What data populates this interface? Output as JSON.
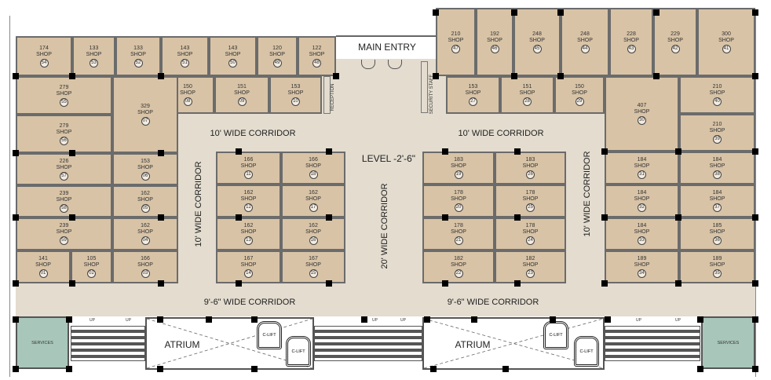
{
  "entrance": {
    "label": "MAIN ENTRY",
    "reception": "RECEPTION",
    "security": "SECURITY STAFF"
  },
  "level": "LEVEL -2'-6\"",
  "corridors": {
    "top_left": "10' WIDE CORRIDOR",
    "top_right": "10' WIDE CORRIDOR",
    "left_vertical": "10' WIDE CORRIDOR",
    "right_vertical": "10' WIDE CORRIDOR",
    "center_vertical": "20' WIDE CORRIDOR",
    "bottom_left": "9'-6\" WIDE CORRIDOR",
    "bottom_right": "9'-6\" WIDE CORRIDOR"
  },
  "shop_label": "SHOP",
  "shops": [
    {
      "no": "54",
      "area": "174"
    },
    {
      "no": "53",
      "area": "133"
    },
    {
      "no": "52",
      "area": "133"
    },
    {
      "no": "51",
      "area": "143"
    },
    {
      "no": "50",
      "area": "143"
    },
    {
      "no": "49",
      "area": "120"
    },
    {
      "no": "48",
      "area": "122"
    },
    {
      "no": "08",
      "area": "150"
    },
    {
      "no": "09",
      "area": "151"
    },
    {
      "no": "10",
      "area": "153"
    },
    {
      "no": "55",
      "area": "279"
    },
    {
      "no": "56",
      "area": "279"
    },
    {
      "no": "07",
      "area": "329"
    },
    {
      "no": "57",
      "area": "226"
    },
    {
      "no": "06",
      "area": "153"
    },
    {
      "no": "58",
      "area": "239"
    },
    {
      "no": "05",
      "area": "162"
    },
    {
      "no": "59",
      "area": "239"
    },
    {
      "no": "04",
      "area": "162"
    },
    {
      "no": "01",
      "area": "141"
    },
    {
      "no": "02",
      "area": "105"
    },
    {
      "no": "03",
      "area": "166"
    },
    {
      "no": "11",
      "area": "166"
    },
    {
      "no": "18",
      "area": "166"
    },
    {
      "no": "12",
      "area": "162"
    },
    {
      "no": "17",
      "area": "162"
    },
    {
      "no": "13",
      "area": "162"
    },
    {
      "no": "16",
      "area": "162"
    },
    {
      "no": "14",
      "area": "167"
    },
    {
      "no": "15",
      "area": "167"
    },
    {
      "no": "19",
      "area": "183"
    },
    {
      "no": "26",
      "area": "183"
    },
    {
      "no": "20",
      "area": "178"
    },
    {
      "no": "25",
      "area": "178"
    },
    {
      "no": "21",
      "area": "178"
    },
    {
      "no": "24",
      "area": "178"
    },
    {
      "no": "22",
      "area": "182"
    },
    {
      "no": "23",
      "area": "182"
    },
    {
      "no": "47",
      "area": "210"
    },
    {
      "no": "46",
      "area": "192"
    },
    {
      "no": "45",
      "area": "248"
    },
    {
      "no": "44",
      "area": "248"
    },
    {
      "no": "43",
      "area": "228"
    },
    {
      "no": "42",
      "area": "229"
    },
    {
      "no": "41",
      "area": "300"
    },
    {
      "no": "27",
      "area": "153"
    },
    {
      "no": "28",
      "area": "151"
    },
    {
      "no": "29",
      "area": "150"
    },
    {
      "no": "30",
      "area": "407"
    },
    {
      "no": "40",
      "area": "210"
    },
    {
      "no": "39",
      "area": "210"
    },
    {
      "no": "31",
      "area": "184"
    },
    {
      "no": "38",
      "area": "184"
    },
    {
      "no": "32",
      "area": "184"
    },
    {
      "no": "37",
      "area": "184"
    },
    {
      "no": "33",
      "area": "184"
    },
    {
      "no": "36",
      "area": "185"
    },
    {
      "no": "34",
      "area": "189"
    },
    {
      "no": "35",
      "area": "189"
    }
  ],
  "bottom": {
    "services_left": "SERVICES",
    "services_right": "SERVICES",
    "atrium_left": "ATRIUM",
    "atrium_right": "ATRIUM",
    "lift": "C-LIFT",
    "up": "UP"
  },
  "colors": {
    "shop": "#d8c3a6",
    "corridor": "#e3dccf",
    "services": "#a8c6ba"
  }
}
